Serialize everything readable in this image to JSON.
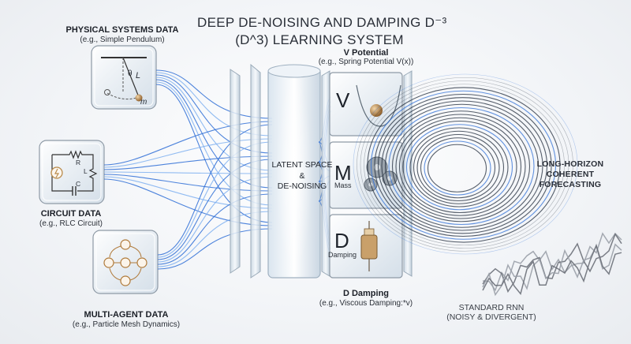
{
  "title": {
    "line1": "DEEP DE-NOISING AND DAMPING D⁻³",
    "line2": "(D^3) LEARNING SYSTEM"
  },
  "inputs": [
    {
      "heading": "PHYSICAL SYSTEMS DATA",
      "subtitle": "(e.g., Simple Pendulum)",
      "icon": "pendulum-icon",
      "labels": {
        "theta": "θ",
        "length": "L",
        "mass": "m"
      }
    },
    {
      "heading": "CIRCUIT DATA",
      "subtitle": "(e.g., RLC Circuit)",
      "icon": "rlc-circuit-icon",
      "labels": {
        "r": "R",
        "l": "L",
        "c": "C"
      }
    },
    {
      "heading": "MULTI-AGENT DATA",
      "subtitle": "(e.g., Particle Mesh Dynamics)",
      "icon": "multi-agent-network-icon"
    }
  ],
  "latent": {
    "line1": "LATENT SPACE",
    "line2": "&",
    "line3": "DE-NOISING"
  },
  "modules": {
    "potential": {
      "heading": "V Potential",
      "subtitle": "(e.g., Spring Potential V(x))",
      "letter": "V"
    },
    "mass": {
      "letter": "M",
      "label": "Mass"
    },
    "damping": {
      "letter": "D",
      "label": "Damping",
      "heading": "D Damping",
      "subtitle": "(e.g., Viscous Damping:*v)"
    }
  },
  "outputs": {
    "coherent": {
      "line1": "LONG-HORIZON",
      "line2": "COHERENT",
      "line3": "FORECASTING"
    },
    "rnn": {
      "line1": "STANDARD RNN",
      "line2": "(NOISY & DIVERGENT)"
    }
  },
  "colors": {
    "flow": "#2f6fd6",
    "flow_light": "#7fb0f0",
    "spiral": "#1f2a3a",
    "glass": "#d8e4ee",
    "accent": "#b98a4a"
  }
}
